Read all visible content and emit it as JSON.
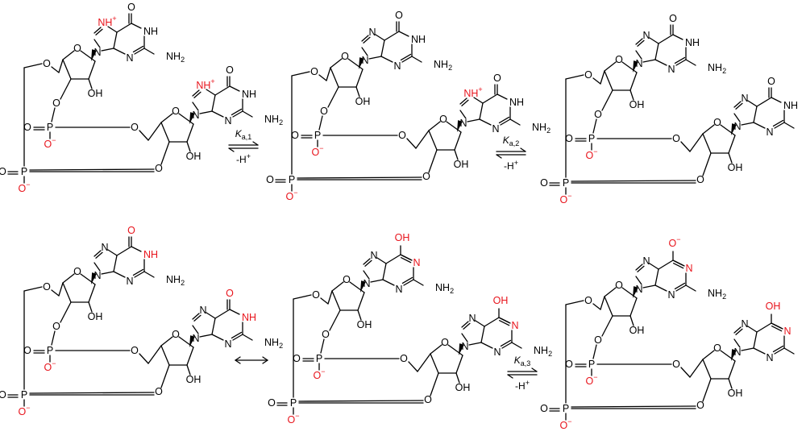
{
  "colors": {
    "highlight": "#e8141c",
    "default": "#000000"
  },
  "labels": {
    "O": "O",
    "OH": "OH",
    "N": "N",
    "NH": "NH",
    "NHplus": "NH",
    "NH2": "NH",
    "P": "P",
    "sub2": "2",
    "plus": "+",
    "minus": "−",
    "K": "K"
  },
  "structures": [
    {
      "id": "s1",
      "state": "both-N7-protonated"
    },
    {
      "id": "s2",
      "state": "one-N7-protonated"
    },
    {
      "id": "s3",
      "state": "neutral"
    },
    {
      "id": "s4",
      "state": "N1-deprotonated-keto"
    },
    {
      "id": "s5",
      "state": "N1-deprotonated-enol"
    },
    {
      "id": "s6",
      "state": "enolate-and-enol"
    }
  ],
  "reactions": [
    {
      "id": "r1",
      "type": "equilibrium",
      "constant_sub": "a,1",
      "note": "-H",
      "note_sup": "+"
    },
    {
      "id": "r2",
      "type": "equilibrium",
      "constant_sub": "a,2",
      "note": "-H",
      "note_sup": "+"
    },
    {
      "id": "r3",
      "type": "resonance"
    },
    {
      "id": "r4",
      "type": "equilibrium",
      "constant_sub": "a,3",
      "note": "-H",
      "note_sup": "+"
    }
  ]
}
